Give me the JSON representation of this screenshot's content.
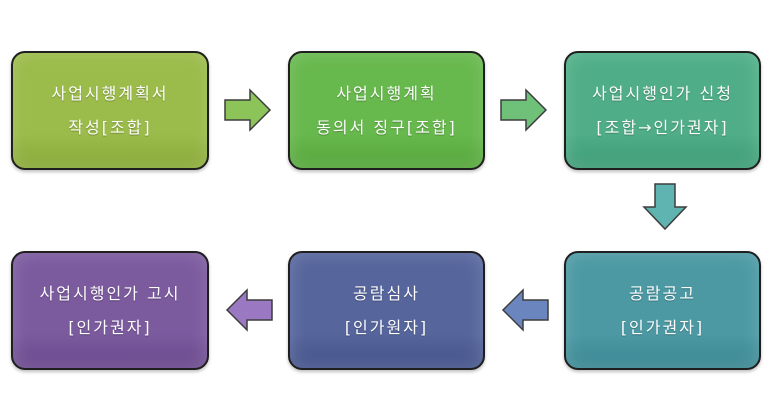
{
  "steps": [
    {
      "line1": "사업시행계획서",
      "line2": "작성[조합]",
      "color": "#9bbb4a"
    },
    {
      "line1": "사업시행계획",
      "line2": "동의서 징구[조합]",
      "color": "#67b84d"
    },
    {
      "line1": "사업시행인가 신청",
      "line2": "[조합→인가권자]",
      "color": "#4fae87"
    },
    {
      "line1": "공람공고",
      "line2": "[인가권자]",
      "color": "#4c99a4"
    },
    {
      "line1": "공람심사",
      "line2": "[인가원자]",
      "color": "#56659c"
    },
    {
      "line1": "사업시행인가 고시",
      "line2": "[인가권자]",
      "color": "#7b5a9e"
    }
  ],
  "arrows": {
    "arrow_1_2": {
      "direction": "right",
      "color": "#8cc45a"
    },
    "arrow_2_3": {
      "direction": "right",
      "color": "#6fc17a"
    },
    "arrow_3_4": {
      "direction": "down",
      "color": "#5fb3b0"
    },
    "arrow_4_5": {
      "direction": "left",
      "color": "#6b86bf"
    },
    "arrow_5_6": {
      "direction": "left",
      "color": "#9a78c2"
    }
  }
}
